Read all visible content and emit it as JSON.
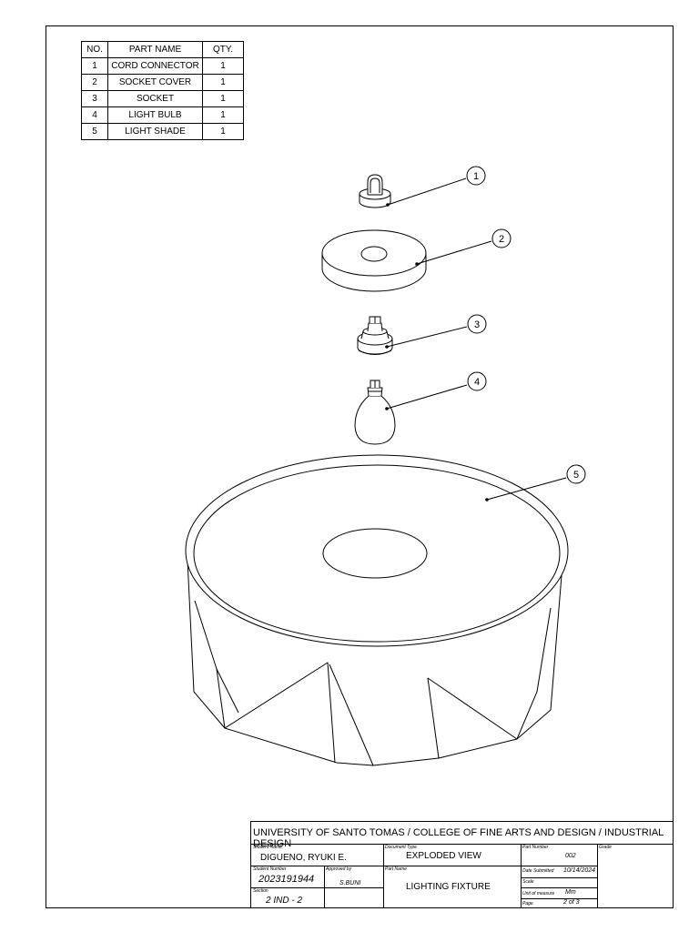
{
  "parts_table": {
    "headers": [
      "NO.",
      "PART NAME",
      "QTY."
    ],
    "rows": [
      [
        "1",
        "CORD CONNECTOR",
        "1"
      ],
      [
        "2",
        "SOCKET COVER",
        "1"
      ],
      [
        "3",
        "SOCKET",
        "1"
      ],
      [
        "4",
        "LIGHT BULB",
        "1"
      ],
      [
        "5",
        "LIGHT SHADE",
        "1"
      ]
    ]
  },
  "balloons": [
    "1",
    "2",
    "3",
    "4",
    "5"
  ],
  "title_block": {
    "institution": "UNIVERSITY OF SANTO TOMAS / COLLEGE OF FINE ARTS AND DESIGN / INDUSTRIAL DESIGN",
    "student_name_label": "Student Name",
    "student_name": "DIGUENO, RYUKI E.",
    "document_type_label": "Document Type",
    "document_type": "EXPLODED VIEW",
    "part_number_label": "Part Number",
    "part_number": "002",
    "grade_label": "Grade",
    "student_number_label": "Student Number",
    "student_number": "2023191944",
    "approved_by_label": "Approved by",
    "approved_by": "S.BUNI",
    "part_name_label": "Part Name",
    "part_name": "LIGHTING FIXTURE",
    "date_submitted_label": "Date Submitted",
    "date_submitted": "10/14/2024",
    "scale_label": "Scale",
    "section_label": "Section",
    "section": "2 IND - 2",
    "unit_label": "Unit of measure",
    "unit": "Mm",
    "page_label": "Page",
    "page": "2 of 3"
  }
}
